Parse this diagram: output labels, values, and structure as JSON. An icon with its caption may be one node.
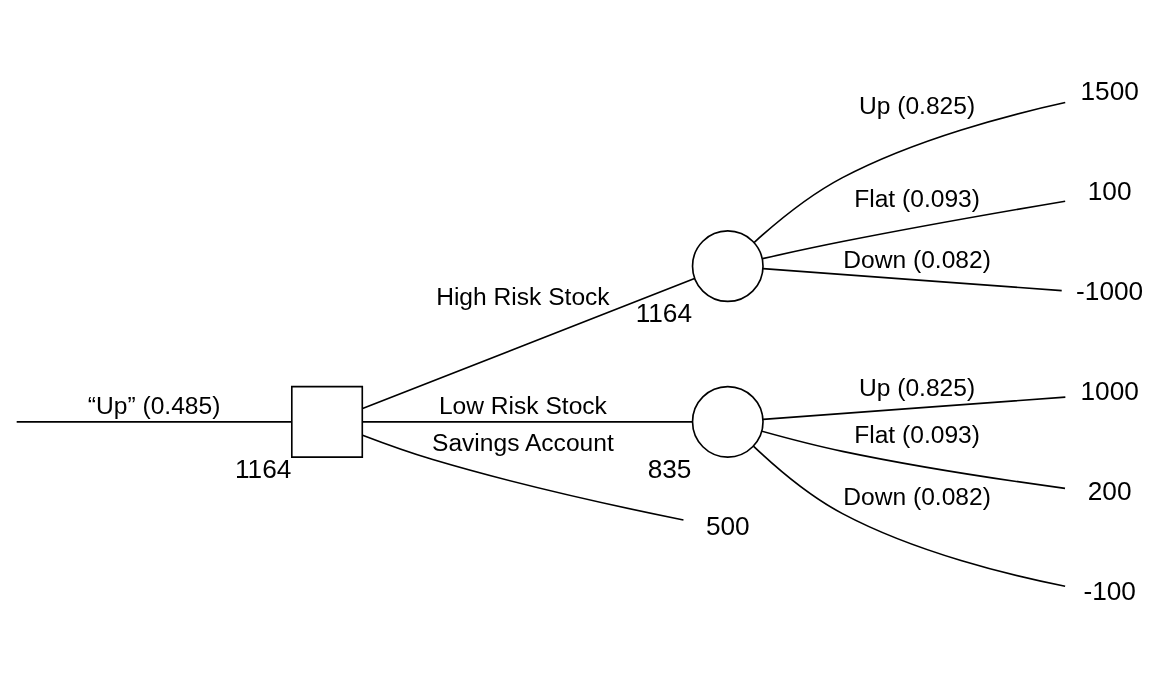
{
  "diagram": {
    "nodes": [
      {
        "text": [],
        "shape": "box",
        "beside": [
          "1164"
        ]
      },
      {
        "text": [],
        "shape": "circle",
        "beside": [
          "1164"
        ]
      },
      {
        "text": [
          "1500"
        ]
      },
      {
        "text": [
          "100"
        ]
      },
      {
        "text": [
          "-1000"
        ]
      },
      {
        "text": [],
        "shape": "circle",
        "beside": [
          "835"
        ]
      },
      {
        "text": [
          "1000"
        ]
      },
      {
        "text": [
          "200"
        ]
      },
      {
        "text": [
          "-100"
        ]
      },
      {
        "text": [
          "500"
        ]
      }
    ],
    "edges": [
      {
        "from": null,
        "to": 0,
        "arrow": "none",
        "label": "“Up” (0.485)"
      },
      {
        "from": 0,
        "to": 1,
        "arrow": "none",
        "label": "High Risk Stock"
      },
      {
        "from": 1,
        "to": 2,
        "arrow": "none",
        "label": "Up (0.825)"
      },
      {
        "from": 1,
        "to": 3,
        "arrow": "none",
        "label": "Flat (0.093)"
      },
      {
        "from": 1,
        "to": 4,
        "arrow": "none",
        "label": "Down (0.082)"
      },
      {
        "from": 0,
        "to": 5,
        "arrow": "none",
        "label": "Low Risk Stock"
      },
      {
        "from": 5,
        "to": 6,
        "arrow": "none",
        "label": "Up (0.825)"
      },
      {
        "from": 5,
        "to": 7,
        "arrow": "none",
        "label": "Flat (0.093)"
      },
      {
        "from": 5,
        "to": 8,
        "arrow": "none",
        "label": "Down (0.082)"
      },
      {
        "from": 0,
        "to": 9,
        "arrow": "none",
        "label": "Savings Account"
      }
    ]
  }
}
